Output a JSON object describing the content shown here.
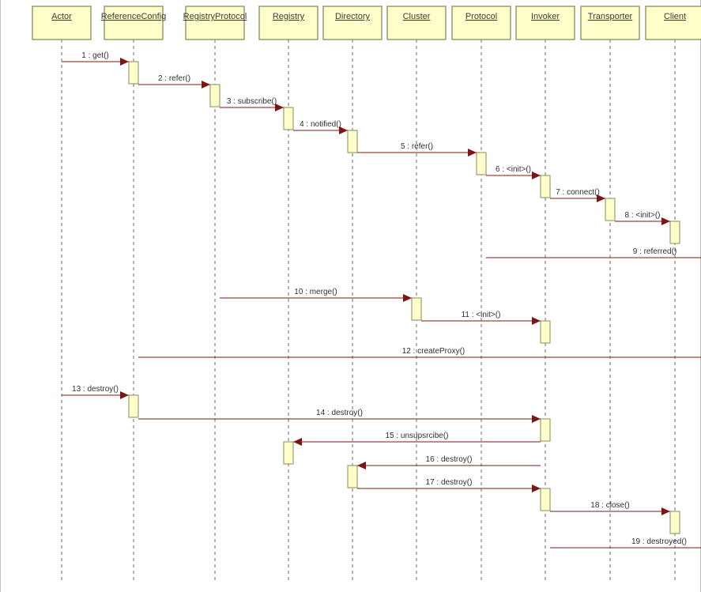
{
  "diagram": {
    "colors": {
      "box_fill": "#ffffcc",
      "box_stroke": "#8a8a5c",
      "message": "#7f1414",
      "lifeline": "#6e6e6e"
    },
    "lifelines": [
      {
        "id": "actor",
        "label": "Actor"
      },
      {
        "id": "referenceconfig",
        "label": "ReferenceConfig"
      },
      {
        "id": "registryprotocol",
        "label": "RegistryProtocol"
      },
      {
        "id": "registry",
        "label": "Registry"
      },
      {
        "id": "directory",
        "label": "Directory"
      },
      {
        "id": "cluster",
        "label": "Cluster"
      },
      {
        "id": "protocol",
        "label": "Protocol"
      },
      {
        "id": "invoker",
        "label": "Invoker"
      },
      {
        "id": "transporter",
        "label": "Transporter"
      },
      {
        "id": "client",
        "label": "Client"
      }
    ],
    "messages": [
      {
        "n": 1,
        "label": "1 : get()",
        "from": "actor",
        "to": "referenceconfig"
      },
      {
        "n": 2,
        "label": "2 : refer()",
        "from": "referenceconfig",
        "to": "registryprotocol"
      },
      {
        "n": 3,
        "label": "3 : subscribe()",
        "from": "registryprotocol",
        "to": "registry"
      },
      {
        "n": 4,
        "label": "4 : notified()",
        "from": "registry",
        "to": "directory"
      },
      {
        "n": 5,
        "label": "5 : refer()",
        "from": "directory",
        "to": "protocol"
      },
      {
        "n": 6,
        "label": "6 : <init>()",
        "from": "protocol",
        "to": "invoker"
      },
      {
        "n": 7,
        "label": "7 : connect()",
        "from": "invoker",
        "to": "transporter"
      },
      {
        "n": 8,
        "label": "8 : <init>()",
        "from": "transporter",
        "to": "client"
      },
      {
        "n": 9,
        "label": "9 : referred()",
        "from": "protocol",
        "to": "edge"
      },
      {
        "n": 10,
        "label": "10 : merge()",
        "from": "registryprotocol",
        "to": "cluster"
      },
      {
        "n": 11,
        "label": "11 : <init>()",
        "from": "cluster",
        "to": "invoker"
      },
      {
        "n": 12,
        "label": "12 : createProxy()",
        "from": "referenceconfig",
        "to": "edge"
      },
      {
        "n": 13,
        "label": "13 : destroy()",
        "from": "actor",
        "to": "referenceconfig"
      },
      {
        "n": 14,
        "label": "14 : destroy()",
        "from": "referenceconfig",
        "to": "invoker"
      },
      {
        "n": 15,
        "label": "15 : unsupsrcibe()",
        "from": "invoker",
        "to": "registry"
      },
      {
        "n": 16,
        "label": "16 : destroy()",
        "from": "invoker",
        "to": "directory"
      },
      {
        "n": 17,
        "label": "17 : destroy()",
        "from": "directory",
        "to": "invoker"
      },
      {
        "n": 18,
        "label": "18 : close()",
        "from": "invoker",
        "to": "client"
      },
      {
        "n": 19,
        "label": "19 : destroyed()",
        "from": "invoker",
        "to": "edge"
      }
    ],
    "activations": [
      {
        "on": "referenceconfig",
        "from_msg": 1
      },
      {
        "on": "registryprotocol",
        "from_msg": 2
      },
      {
        "on": "registry",
        "from_msg": 3
      },
      {
        "on": "directory",
        "from_msg": 4
      },
      {
        "on": "protocol",
        "from_msg": 5
      },
      {
        "on": "invoker",
        "from_msg": 6
      },
      {
        "on": "transporter",
        "from_msg": 7
      },
      {
        "on": "client",
        "from_msg": 8
      },
      {
        "on": "cluster",
        "from_msg": 10
      },
      {
        "on": "invoker",
        "from_msg": 11
      },
      {
        "on": "referenceconfig",
        "from_msg": 13
      },
      {
        "on": "invoker",
        "from_msg": 14
      },
      {
        "on": "registry",
        "from_msg": 15
      },
      {
        "on": "directory",
        "from_msg": 16
      },
      {
        "on": "invoker",
        "from_msg": 17
      },
      {
        "on": "client",
        "from_msg": 18
      }
    ]
  }
}
